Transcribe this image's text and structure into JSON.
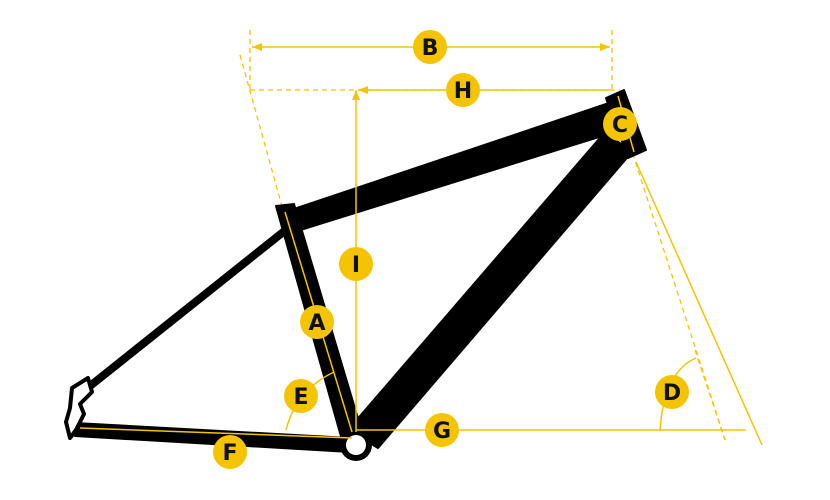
{
  "diagram": {
    "labels": {
      "A": "A",
      "B": "B",
      "C": "C",
      "D": "D",
      "E": "E",
      "F": "F",
      "G": "G",
      "H": "H",
      "I": "I"
    },
    "colors": {
      "frame": "#000000",
      "dimension": "#f5c400",
      "badge_fill": "#f5c400",
      "badge_text": "#111111",
      "background": "#ffffff"
    }
  }
}
